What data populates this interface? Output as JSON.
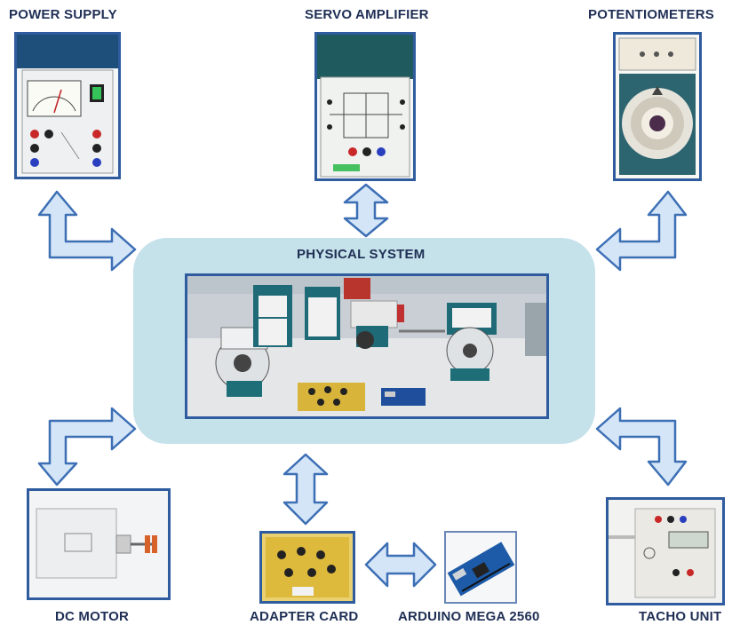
{
  "labels": {
    "power_supply": "POWER SUPPLY",
    "servo_amplifier": "SERVO AMPLIFIER",
    "potentiometers": "POTENTIOMETERS",
    "physical_system": "PHYSICAL SYSTEM",
    "dc_motor": "DC MOTOR",
    "adapter_card": "ADAPTER CARD",
    "arduino": "ARDUINO MEGA 2560",
    "tacho_unit": "TACHO UNIT"
  },
  "colors": {
    "frame_border": "#2f5c9e",
    "arrow_fill": "#d3e5f7",
    "arrow_stroke": "#3d6fb5",
    "central_bg": "#c5e2ea",
    "label_text": "#1f2f55"
  }
}
